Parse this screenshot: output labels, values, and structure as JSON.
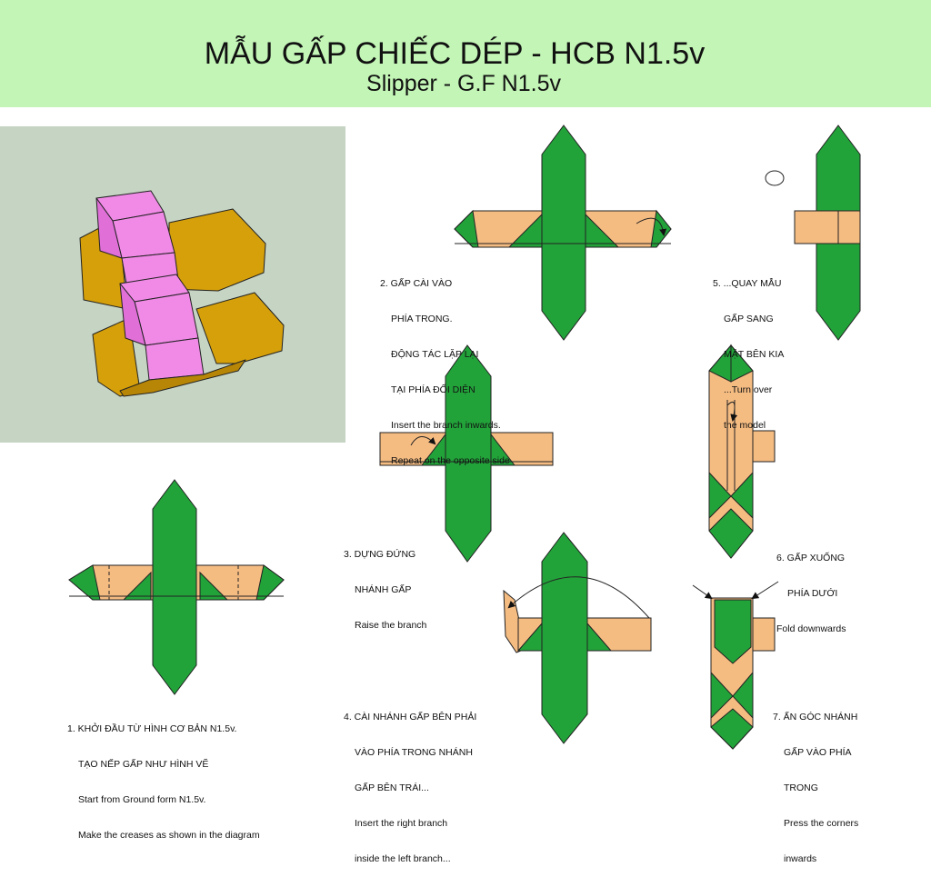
{
  "title": "MẪU GẤP CHIẾC DÉP - HCB N1.5v",
  "subtitle": "Slipper - G.F N1.5v",
  "colors": {
    "header_bg": "#c3f5b6",
    "panel_bg": "#c6d4c4",
    "green": "#22a33a",
    "orange": "#f5bc82",
    "pink": "#f08ae6",
    "gold": "#d6a00a"
  },
  "steps": [
    {
      "vn1": "1. KHỞI ĐẦU TỪ HÌNH CƠ BẢN N1.5v.",
      "vn2": "TẠO NẾP GẤP NHƯ HÌNH VẼ",
      "en1": "Start from Ground form N1.5v.",
      "en2": "Make the creases as shown in the diagram"
    },
    {
      "vn1": "2. GẤP CÀI VÀO",
      "vn2": "PHÍA TRONG.",
      "vn3": "ĐỘNG TÁC LẶP LẠI",
      "vn4": "TẠI PHÍA ĐỐI DIỆN",
      "en1": "Insert the branch inwards.",
      "en2": "Repeat on the opposite side"
    },
    {
      "vn1": "3. DỰNG ĐỨNG",
      "vn2": "NHÁNH GẤP",
      "en1": "Raise the branch"
    },
    {
      "vn1": "4. CÀI NHÁNH GẤP BÊN PHẢI",
      "vn2": "VÀO PHÍA TRONG NHÁNH",
      "vn3": "GẤP BÊN TRÁI...",
      "en1": "Insert the right branch",
      "en2": "inside the left branch..."
    },
    {
      "vn1": "5. ...QUAY MẪU",
      "vn2": "GẤP SANG",
      "vn3": "MẶT BÊN KIA",
      "en1": "...Turn over",
      "en2": "the model"
    },
    {
      "vn1": "6. GẤP XUỐNG",
      "vn2": "PHÍA DƯỚI",
      "en1": "Fold downwards"
    },
    {
      "vn1": "7. ẤN GÓC NHÁNH",
      "vn2": "GẤP VÀO PHÍA",
      "vn3": "TRONG",
      "en1": "Press the corners",
      "en2": "inwards"
    }
  ]
}
